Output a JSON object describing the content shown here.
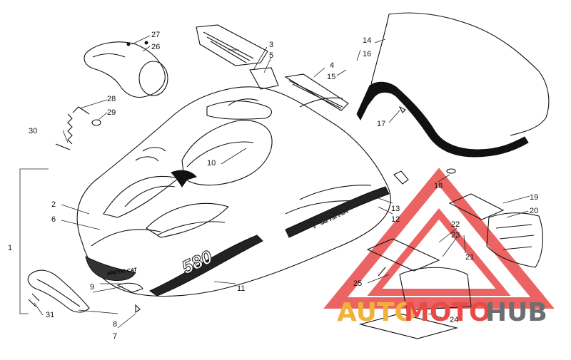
{
  "diagram": {
    "callouts": [
      "1",
      "2",
      "3",
      "4",
      "5",
      "6",
      "7",
      "8",
      "9",
      "10",
      "11",
      "12",
      "13",
      "14",
      "15",
      "16",
      "17",
      "18",
      "19",
      "20",
      "21",
      "22",
      "23",
      "24",
      "25",
      "26",
      "27",
      "28",
      "29",
      "30",
      "31"
    ],
    "stickers": {
      "hood_badge": "ARCTIC CAT",
      "side_decal": "580",
      "side_script": "Panther"
    }
  },
  "watermark": {
    "part1": "AUTO",
    "part2": "MOTO",
    "part3": "HUB",
    "colors": {
      "auto": "#f1b23a",
      "moto": "#e84a48",
      "hub": "#6d6e70",
      "triangle": "#e84a48"
    }
  }
}
